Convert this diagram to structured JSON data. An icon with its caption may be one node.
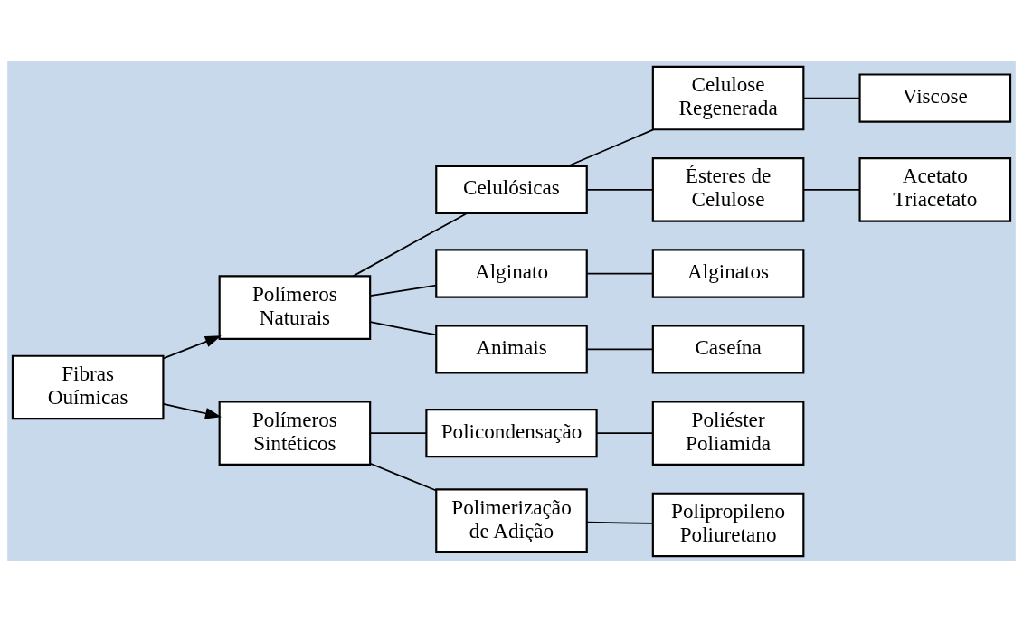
{
  "diagram": {
    "nodes": [
      {
        "text": [
          "Fibras Ouímicas"
        ]
      },
      {
        "text": [
          "Polímeros Naturais"
        ]
      },
      {
        "text": [
          "Polímeros Sintéticos"
        ]
      },
      {
        "text": [
          "Celulósicas"
        ]
      },
      {
        "text": [
          "Alginato"
        ]
      },
      {
        "text": [
          "Animais"
        ]
      },
      {
        "text": [
          "Policondensação"
        ]
      },
      {
        "text": [
          "Polimerização de Adição"
        ]
      },
      {
        "text": [
          "Celulose Regenerada"
        ]
      },
      {
        "text": [
          "Ésteres de Celulose"
        ]
      },
      {
        "text": [
          "Viscose"
        ]
      },
      {
        "text": [
          "Acetato Triacetato"
        ]
      },
      {
        "text": [
          "Alginatos"
        ]
      },
      {
        "text": [
          "Caseína"
        ]
      },
      {
        "text": [
          "Poliéster Poliamida"
        ]
      },
      {
        "text": [
          "Polipropileno Poliuretano"
        ]
      }
    ],
    "edges": [
      {
        "from": 0,
        "to": 1,
        "arrow": "to"
      },
      {
        "from": 0,
        "to": 2,
        "arrow": "to"
      },
      {
        "from": 1,
        "to": 3,
        "arrow": "none"
      },
      {
        "from": 1,
        "to": 4,
        "arrow": "none"
      },
      {
        "from": 1,
        "to": 5,
        "arrow": "none"
      },
      {
        "from": 3,
        "to": 8,
        "arrow": "none"
      },
      {
        "from": 3,
        "to": 9,
        "arrow": "none"
      },
      {
        "from": 8,
        "to": 10,
        "arrow": "none"
      },
      {
        "from": 9,
        "to": 11,
        "arrow": "none"
      },
      {
        "from": 4,
        "to": 12,
        "arrow": "none"
      },
      {
        "from": 5,
        "to": 13,
        "arrow": "none"
      },
      {
        "from": 2,
        "to": 6,
        "arrow": "none"
      },
      {
        "from": 2,
        "to": 7,
        "arrow": "none"
      },
      {
        "from": 6,
        "to": 14,
        "arrow": "none"
      },
      {
        "from": 7,
        "to": 15,
        "arrow": "none"
      }
    ]
  }
}
